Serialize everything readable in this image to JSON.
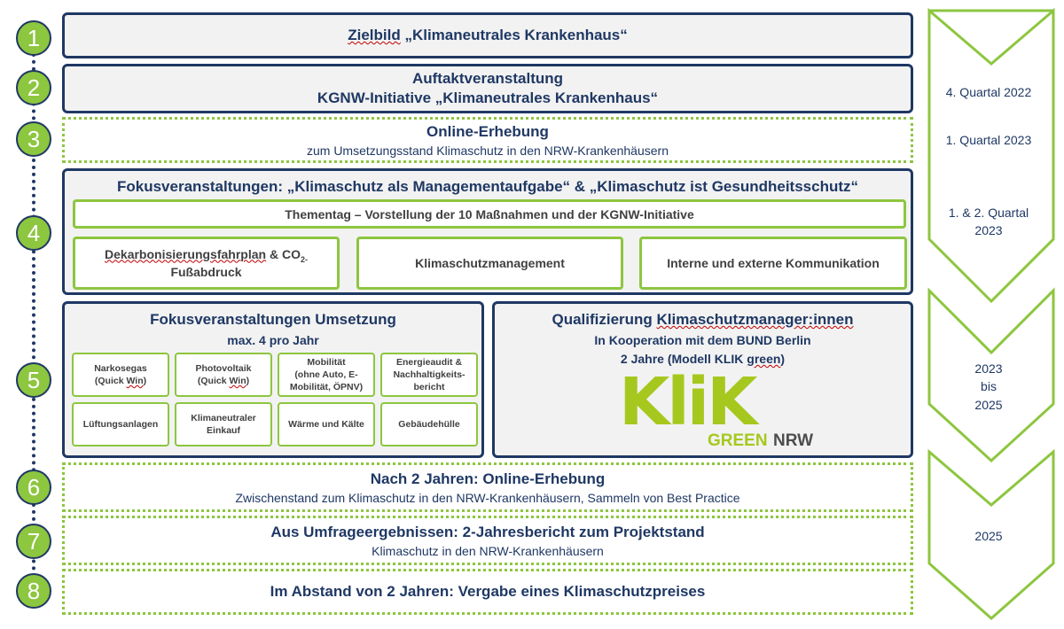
{
  "steps": {
    "s1": {
      "num": "1",
      "title_pre": "",
      "title_u": "Zielbild",
      "title_post": " „Klimaneutrales Krankenhaus“"
    },
    "s2": {
      "num": "2",
      "line1": "Auftaktveranstaltung",
      "line2": "KGNW-Initiative „Klimaneutrales Krankenhaus“"
    },
    "s3": {
      "num": "3",
      "title": "Online-Erhebung",
      "sub": "zum Umsetzungsstand Klimaschutz in den NRW-Krankenhäusern"
    },
    "s4": {
      "num": "4",
      "title": "Fokusveranstaltungen: „Klimaschutz als Managementaufgabe“ & „Klimaschutz ist Gesundheitsschutz“",
      "thementag": "Thementag – Vorstellung der 10 Maßnahmen und der KGNW-Initiative",
      "box1_u": "Dekarbonisierungsfahrplan",
      "box1_post": " & CO",
      "box1_sub": "2-",
      "box1_line2": "Fußabdruck",
      "box2": "Klimaschutzmanagement",
      "box3": "Interne und externe Kommunikation"
    },
    "s5": {
      "num": "5",
      "left_title": "Fokusveranstaltungen Umsetzung",
      "left_sub": "max. 4 pro Jahr",
      "tiles": [
        {
          "l1": "Narkosegas",
          "l2": "(Quick ",
          "l2u": "Win",
          "l2e": ")",
          "l3": ""
        },
        {
          "l1": "Photovoltaik",
          "l2": "(Quick ",
          "l2u": "Win",
          "l2e": ")",
          "l3": ""
        },
        {
          "l1": "Mobilität",
          "l2": "(ohne Auto, E-",
          "l2u": "",
          "l2e": "",
          "l3": "Mobilität, ÖPNV)"
        },
        {
          "l1": "Energieaudit &",
          "l2": "Nachhaltigkeits-",
          "l2u": "",
          "l2e": "",
          "l3": "bericht"
        },
        {
          "l1": "Lüftungsanlagen",
          "l2": "",
          "l2u": "",
          "l2e": "",
          "l3": ""
        },
        {
          "l1": "Klimaneutraler",
          "l2": "Einkauf",
          "l2u": "",
          "l2e": "",
          "l3": ""
        },
        {
          "l1": "Wärme und Kälte",
          "l2": "",
          "l2u": "",
          "l2e": "",
          "l3": ""
        },
        {
          "l1": "Gebäudehülle",
          "l2": "",
          "l2u": "",
          "l2e": "",
          "l3": ""
        }
      ],
      "right_title_pre": "Qualifizierung ",
      "right_title_u": "Klimaschutzmanager:innen",
      "right_line2": "In Kooperation mit dem BUND Berlin",
      "right_line3_pre": "2 Jahre (Modell KLIK ",
      "right_line3_u": "green",
      ")": ")",
      "right_line3_post": ")",
      "logo_main": "KliK",
      "logo_green": "GREEN",
      "logo_nrw": "NRW"
    },
    "s6": {
      "num": "6",
      "title": "Nach 2 Jahren: Online-Erhebung",
      "sub": "Zwischenstand zum Klimaschutz in den NRW-Krankenhäusern, Sammeln von Best Practice"
    },
    "s7": {
      "num": "7",
      "title": "Aus Umfrageergebnissen: 2-Jahresbericht zum Projektstand",
      "sub": "Klimaschutz in den NRW-Krankenhäusern"
    },
    "s8": {
      "num": "8",
      "title": "Im Abstand von 2 Jahren: Vergabe eines Klimaschutzpreises"
    }
  },
  "timeline": {
    "q1": "4. Quartal 2022",
    "q2": "1. Quartal 2023",
    "q3a": "1. & 2. Quartal",
    "q3b": "2023",
    "q4a": "2023",
    "q4b": "bis",
    "q4c": "2025",
    "q5": "2025"
  },
  "colors": {
    "navy": "#1f3864",
    "green": "#8dc63f",
    "logo_green": "#a6c81e",
    "logo_gray": "#4d4d4d"
  }
}
